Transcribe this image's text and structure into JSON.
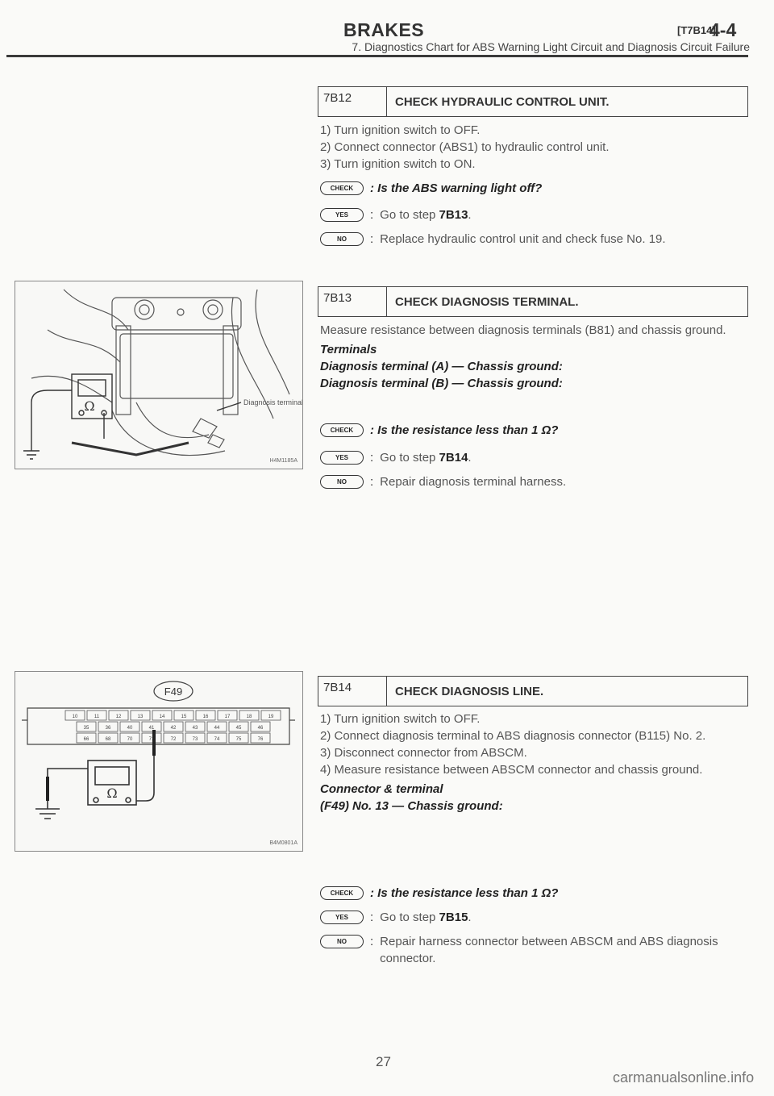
{
  "header": {
    "title": "BRAKES",
    "code": "[T7B14]",
    "page_ref": "4-4",
    "subtitle": "7. Diagnostics Chart for ABS Warning Light Circuit and Diagnosis Circuit Failure"
  },
  "badges": {
    "check": "CHECK",
    "yes": "YES",
    "no": "NO"
  },
  "steps": [
    {
      "num": "7B12",
      "title": "CHECK HYDRAULIC CONTROL UNIT.",
      "lines": [
        "1) Turn ignition switch to OFF.",
        "2) Connect connector (ABS1) to hydraulic control unit.",
        "3) Turn ignition switch to ON."
      ],
      "check": ": Is the ABS warning light off?",
      "yes_pre": "Go to step ",
      "yes_step": "7B13",
      "yes_post": ".",
      "no": "Replace hydraulic control unit and check fuse No. 19."
    },
    {
      "num": "7B13",
      "title": "CHECK DIAGNOSIS TERMINAL.",
      "lines": [
        "Measure resistance between diagnosis terminals (B81) and chassis ground."
      ],
      "spec_head": "Terminals",
      "spec_lines": [
        "Diagnosis terminal (A) — Chassis ground:",
        "Diagnosis terminal (B) — Chassis ground:"
      ],
      "check": ": Is the resistance less than 1 Ω?",
      "yes_pre": "Go to step ",
      "yes_step": "7B14",
      "yes_post": ".",
      "no": "Repair diagnosis terminal harness."
    },
    {
      "num": "7B14",
      "title": "CHECK DIAGNOSIS LINE.",
      "lines": [
        "1) Turn ignition switch to OFF.",
        "2) Connect diagnosis terminal to ABS diagnosis connector (B115) No. 2.",
        "3) Disconnect connector from ABSCM.",
        "4) Measure resistance between ABSCM connector and chassis ground."
      ],
      "spec_head": "Connector & terminal",
      "spec_lines": [
        "(F49) No. 13 — Chassis ground:"
      ],
      "check": ": Is the resistance less than 1 Ω?",
      "yes_pre": "Go to step ",
      "yes_step": "7B15",
      "yes_post": ".",
      "no": "Repair harness connector between ABSCM and ABS diagnosis connector."
    }
  ],
  "figures": {
    "fig1": {
      "label": "Diagnosis terminal",
      "code": "H4M1185A",
      "ohm": "Ω"
    },
    "fig2": {
      "connector": "F49",
      "code": "B4M0801A",
      "ohm": "Ω",
      "top_row": [
        "10",
        "11",
        "12",
        "13",
        "14",
        "15",
        "16",
        "17",
        "18",
        "19"
      ],
      "mid_row": [
        "35",
        "36",
        "40",
        "41",
        "42",
        "43",
        "44",
        "45",
        "46"
      ],
      "bot_row": [
        "66",
        "68",
        "70",
        "71",
        "72",
        "73",
        "74",
        "75",
        "76"
      ]
    }
  },
  "page_number": "27",
  "watermark": "carmanualsonline.info"
}
